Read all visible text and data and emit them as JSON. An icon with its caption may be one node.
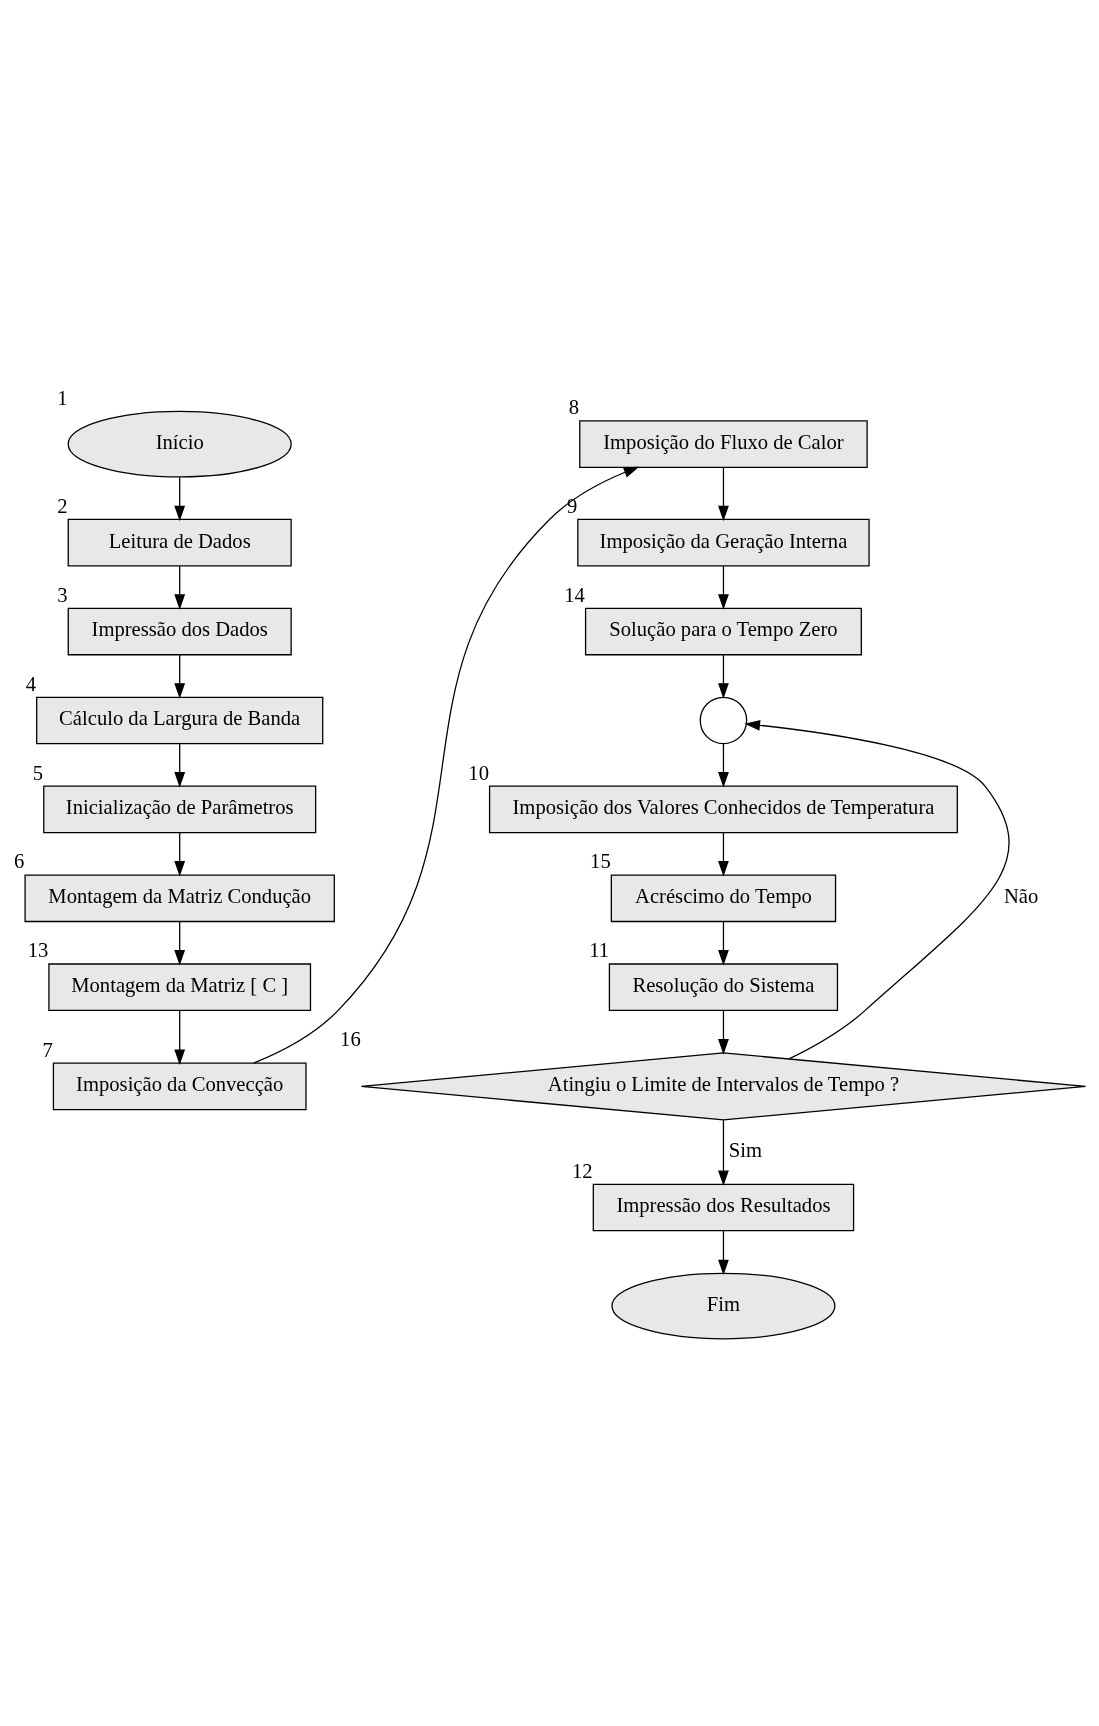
{
  "diagram": {
    "nodes": [
      {
        "text": [
          "Início"
        ],
        "beside": [
          "1"
        ]
      },
      {
        "text": [
          "Leitura de Dados"
        ],
        "beside": [
          "2"
        ]
      },
      {
        "text": [
          "Impressão dos Dados"
        ],
        "beside": [
          "3"
        ]
      },
      {
        "text": [
          "Cálculo da Largura de Banda"
        ],
        "beside": [
          "4"
        ]
      },
      {
        "text": [
          "Inicialização de Parâmetros"
        ],
        "beside": [
          "5"
        ]
      },
      {
        "text": [
          "Montagem da Matriz Condução"
        ],
        "beside": [
          "6"
        ]
      },
      {
        "text": [
          "Montagem da Matriz [ C ]"
        ],
        "beside": [
          "13"
        ]
      },
      {
        "text": [
          "Imposição da Convecção"
        ],
        "beside": [
          "7"
        ]
      },
      {
        "text": [
          "Imposição do Fluxo de Calor"
        ],
        "beside": [
          "8"
        ]
      },
      {
        "text": [
          "Imposição da Geração Interna"
        ],
        "beside": [
          "9"
        ]
      },
      {
        "text": [
          "Solução para o Tempo Zero"
        ],
        "beside": [
          "14"
        ]
      },
      {
        "text": [],
        "shape": "circle"
      },
      {
        "text": [
          "Imposição dos Valores Conhecidos de Temperatura"
        ],
        "beside": [
          "10"
        ]
      },
      {
        "text": [
          "Acréscimo do Tempo"
        ],
        "beside": [
          "15"
        ]
      },
      {
        "text": [
          "Resolução do Sistema"
        ],
        "beside": [
          "11"
        ]
      },
      {
        "text": [
          "Atingiu o Limite de Intervalos de Tempo ?"
        ],
        "beside": [
          "16"
        ]
      },
      {
        "text": [
          "Impressão dos Resultados"
        ],
        "beside": [
          "12"
        ]
      },
      {
        "text": [
          "Fim"
        ]
      }
    ],
    "edges": [
      {
        "from": 0,
        "to": 1,
        "arrow": "to"
      },
      {
        "from": 1,
        "to": 2,
        "arrow": "to"
      },
      {
        "from": 2,
        "to": 3,
        "arrow": "to"
      },
      {
        "from": 3,
        "to": 4,
        "arrow": "to"
      },
      {
        "from": 4,
        "to": 5,
        "arrow": "to"
      },
      {
        "from": 5,
        "to": 6,
        "arrow": "to"
      },
      {
        "from": 6,
        "to": 7,
        "arrow": "to"
      },
      {
        "from": 7,
        "to": 8,
        "arrow": "to"
      },
      {
        "from": 8,
        "to": 9,
        "arrow": "to"
      },
      {
        "from": 9,
        "to": 10,
        "arrow": "to"
      },
      {
        "from": 10,
        "to": 11,
        "arrow": "to"
      },
      {
        "from": 11,
        "to": 12,
        "arrow": "to"
      },
      {
        "from": 12,
        "to": 13,
        "arrow": "to"
      },
      {
        "from": 13,
        "to": 14,
        "arrow": "to"
      },
      {
        "from": 14,
        "to": 15,
        "arrow": "to"
      },
      {
        "from": 15,
        "to": 11,
        "label": "Não",
        "arrow": "to"
      },
      {
        "from": 15,
        "to": 16,
        "label": "Sim",
        "arrow": "to"
      },
      {
        "from": 16,
        "to": 17,
        "arrow": "to"
      }
    ]
  }
}
